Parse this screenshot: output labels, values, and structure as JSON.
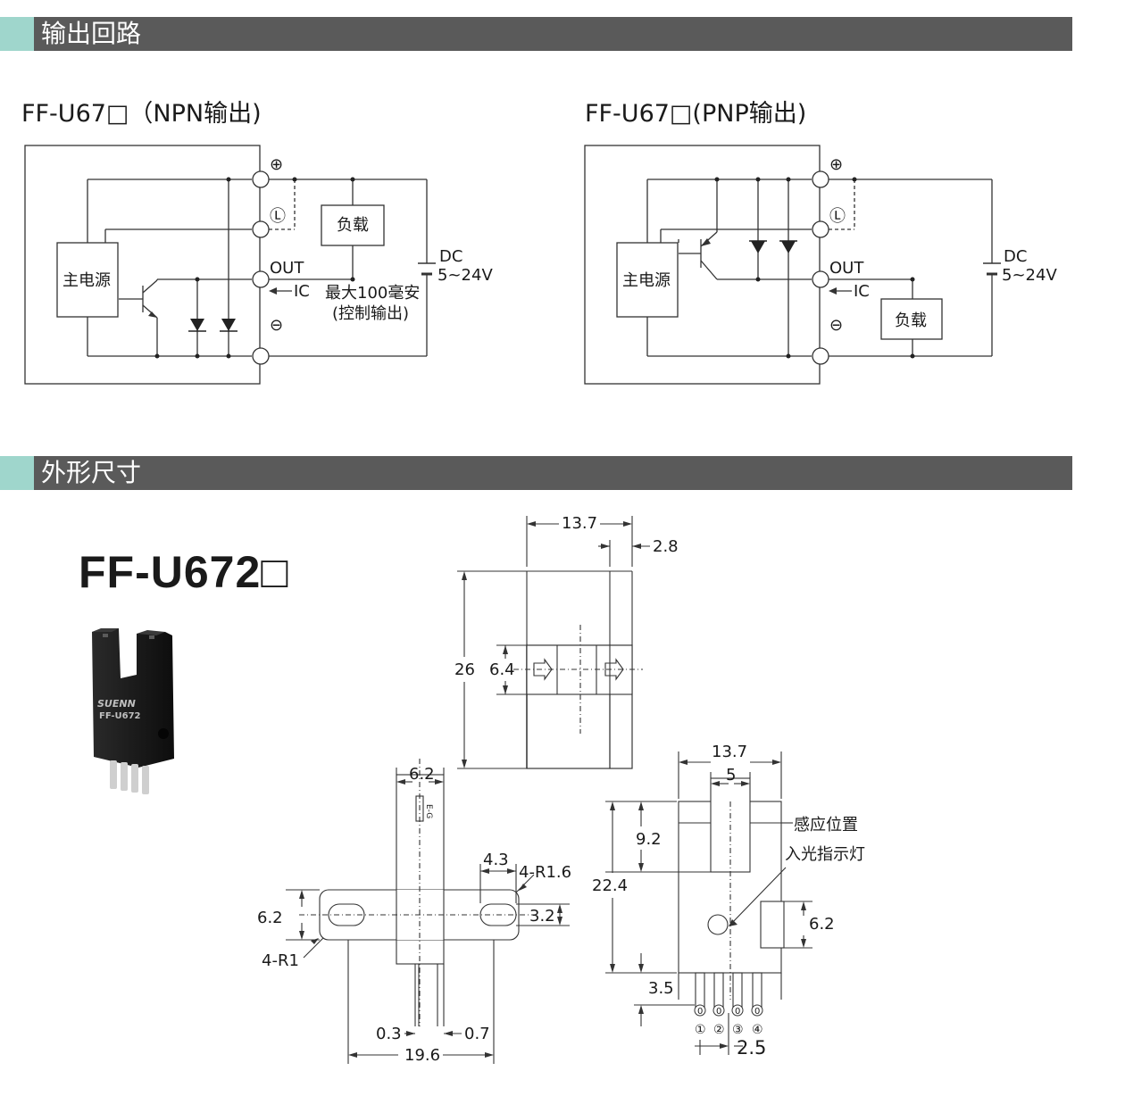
{
  "sections": {
    "output_circuit": {
      "title": "输出回路"
    },
    "dimensions": {
      "title": "外形尺寸"
    }
  },
  "npn": {
    "title": "FF-U67□（NPN输出)",
    "main_power": "主电源",
    "load": "负载",
    "out": "OUT",
    "ic": "IC",
    "plus": "⊕",
    "l_terminal": "Ⓛ",
    "minus": "⊖",
    "dc": "DC",
    "voltage": "5~24V",
    "max_current_line1": "最大100毫安",
    "max_current_line2": "(控制输出)"
  },
  "pnp": {
    "title": "FF-U67□(PNP输出)",
    "main_power": "主电源",
    "load": "负载",
    "out": "OUT",
    "ic": "IC",
    "plus": "⊕",
    "l_terminal": "Ⓛ",
    "minus": "⊖",
    "dc": "DC",
    "voltage": "5~24V"
  },
  "product": {
    "model": "FF-U672□",
    "brand_print": "SUENN",
    "model_print": "FF-U672"
  },
  "dims": {
    "top_width": "13.7",
    "top_thick": "2.8",
    "top_height": "26",
    "top_slot": "6.4",
    "bottom_width": "6.2",
    "hole_dia": "4.3",
    "corner_r": "4-R1.6",
    "left_height": "6.2",
    "slot_height": "3.2",
    "outer_r": "4-R1",
    "pin_a": "0.3",
    "pin_b": "0.7",
    "total_len": "19.6",
    "side_width": "13.7",
    "side_gap": "5",
    "side_sense": "9.2",
    "side_height": "22.4",
    "side_pin": "3.5",
    "side_window": "6.2",
    "pitch": "2.5",
    "sense_pos": "感应位置",
    "indicator": "入光指示灯",
    "pins": [
      "①",
      "②",
      "③",
      "④"
    ],
    "pin_marks": [
      "0",
      "0",
      "0",
      "0"
    ],
    "side_mark": "E-G"
  }
}
